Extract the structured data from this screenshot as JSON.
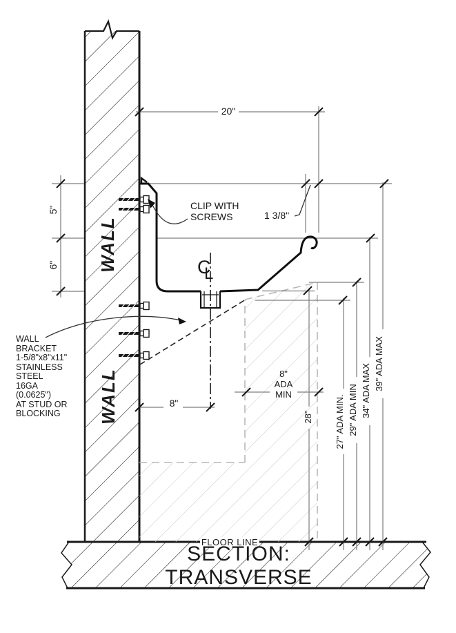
{
  "title": "SECTION: TRANSVERSE",
  "floor_label": "FLOOR LINE",
  "wall": {
    "upper_label": "WALL",
    "lower_label": "WALL"
  },
  "annotations": {
    "clip_note": "CLIP WITH\nSCREWS",
    "bracket_note": "WALL\nBRACKET\n1-5/8\"x8\"x11\"\nSTAINLESS\nSTEEL\n16GA\n(0.0625\")\nAT STUD OR\nBLOCKING",
    "centerline": {
      "c": "C",
      "l": "L"
    }
  },
  "dimensions": {
    "top_width": "20\"",
    "rim_setback": "1 3/8\"",
    "left_upper": "5\"",
    "left_lower": "6\"",
    "drain_offset": "8\"",
    "knee_clearance": "8\"\nADA\nMIN",
    "clearance_height": "28\"",
    "ada_heights": [
      "27\" ADA MIN.",
      "29\" ADA MIN",
      "34\" ADA MAX",
      "39\" ADA MAX"
    ]
  },
  "colors": {
    "line": "#1a1a1a",
    "dimension_line": "#7d7d7d",
    "clearance_hatch": "#cbcbcb",
    "background": "#ffffff"
  }
}
